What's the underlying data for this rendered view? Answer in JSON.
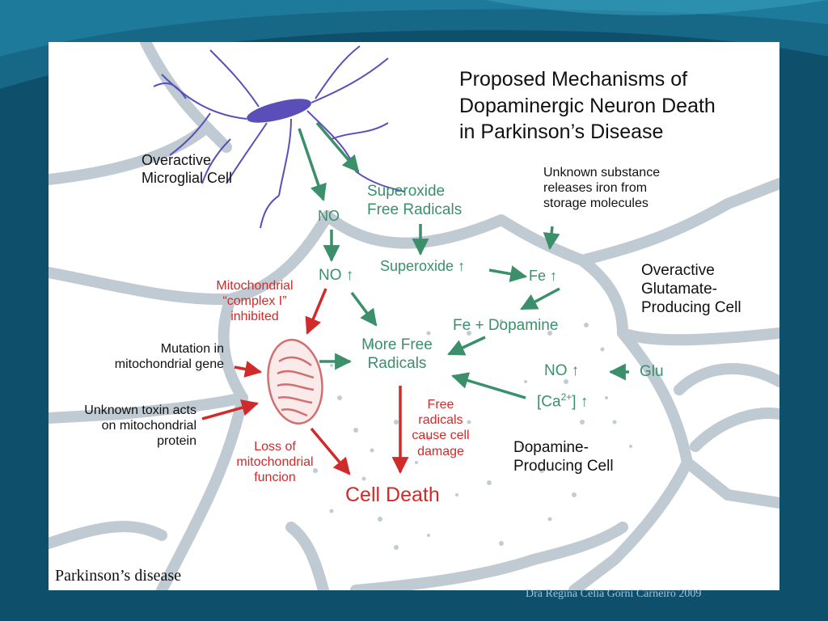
{
  "slide": {
    "credit": "Dra Regina Celia Gorni Carneiro 2009",
    "colors": {
      "background": "#0e4f6b",
      "panel": "#ffffff",
      "black": "#111111",
      "green": "#3b8f6b",
      "red": "#d12a2a",
      "cell_outline": "#bfcad3"
    }
  },
  "diagram": {
    "title_lines": [
      "Proposed Mechanisms of",
      "Dopaminergic Neuron Death",
      "in Parkinson’s Disease"
    ],
    "caption": "Parkinson’s disease",
    "cells": {
      "microglial": [
        "Overactive",
        "Microglial Cell"
      ],
      "glutamate": [
        "Overactive",
        "Glutamate-",
        "Producing Cell"
      ],
      "dopamine": [
        "Dopamine-",
        "Producing Cell"
      ]
    },
    "unknown_substance": [
      "Unknown substance",
      "releases iron from",
      "storage molecules"
    ],
    "mutation": [
      "Mutation in",
      "mitochondrial gene"
    ],
    "unknown_toxin": [
      "Unknown toxin acts",
      "on mitochondrial",
      "protein"
    ],
    "green_labels": {
      "no": "NO",
      "no_up": "NO ↑",
      "superoxide_free_radicals": [
        "Superoxide",
        "Free Radicals"
      ],
      "superoxide_up": "Superoxide ↑",
      "fe_up": "Fe ↑",
      "fe_dopamine": "Fe + Dopamine",
      "more_free_radicals": [
        "More Free",
        "Radicals"
      ],
      "no_up_right": "NO ↑",
      "glu": "Glu",
      "ca_base": "[Ca",
      "ca_sup": "2+",
      "ca_end": "] ↑"
    },
    "red_labels": {
      "complex_inhibited": [
        "Mitochondrial",
        "“complex I”",
        "inhibited"
      ],
      "loss": [
        "Loss of",
        "mitochondrial",
        "funcion"
      ],
      "free_radicals_damage": [
        "Free",
        "radicals",
        "cause cell",
        "damage"
      ],
      "cell_death": "Cell Death"
    }
  }
}
